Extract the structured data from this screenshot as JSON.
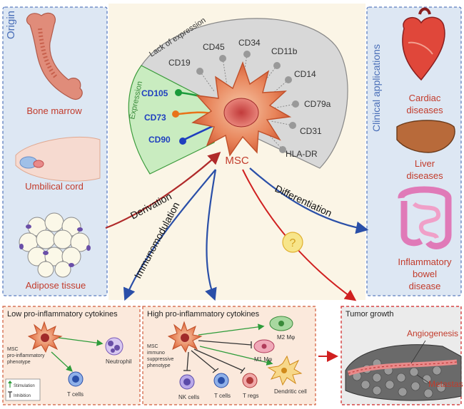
{
  "origin": {
    "title": "Origin",
    "sources": [
      "Bone marrow",
      "Umbilical cord",
      "Adipose tissue"
    ]
  },
  "clinical": {
    "title": "Clinical applications",
    "items": [
      {
        "line1": "Cardiac",
        "line2": "diseases",
        "line3": ""
      },
      {
        "line1": "Liver",
        "line2": "diseases",
        "line3": ""
      },
      {
        "line1": "Inflammatory",
        "line2": "bowel",
        "line3": "disease"
      }
    ]
  },
  "center": {
    "cell_label": "MSC",
    "lack_title": "Lack of expression",
    "lack_markers": [
      "CD19",
      "CD45",
      "CD34",
      "CD11b",
      "CD14",
      "CD79a",
      "CD31",
      "HLA-DR"
    ],
    "expression_title": "Expression",
    "expressed_markers": [
      {
        "name": "CD105",
        "color": "#1a9a3a"
      },
      {
        "name": "CD73",
        "color": "#e8731a"
      },
      {
        "name": "CD90",
        "color": "#1f3fbf"
      }
    ]
  },
  "arrows": {
    "derivation": "Derivation",
    "immunomodulation": "Immunomodulation",
    "differentiation": "Differentiation",
    "unknown": "?"
  },
  "panels": {
    "low": {
      "title": "Low pro-inflammatory cytokines",
      "msc_line1": "MSC",
      "msc_line2": "pro-inflammatory",
      "msc_line3": "phenotype",
      "neutrophil": "Neutrophil",
      "tcells": "T cells",
      "legend_stim": "Stimulation",
      "legend_inhib": "Inhibition"
    },
    "high": {
      "title": "High pro-inflammatory cytokines",
      "msc_line1": "MSC",
      "msc_line2": "immuno",
      "msc_line3": "suppressive",
      "msc_line4": "phenotype",
      "m2": "M2 Mφ",
      "m1": "M1 Mφ",
      "dendritic": "Dendritic cell",
      "nk": "NK cells",
      "tcells": "T cells",
      "tregs": "T regs"
    },
    "tumor": {
      "title": "Tumor growth",
      "angiogenesis": "Angiogenesis",
      "metastasis": "Metastas"
    }
  },
  "colors": {
    "side_panel_fill": "#dde7f3",
    "side_panel_border": "#5b7cbf",
    "center_fill": "#fbf5e6",
    "bottom_panel_fill": "#fbe9dc",
    "bottom_panel_border": "#d05a3a",
    "derivation_arrow": "#b02a2a",
    "immuno_arrow": "#2a4fa8",
    "tumor_arrow": "#d02020",
    "stim_arrow": "#2e9c3a"
  }
}
